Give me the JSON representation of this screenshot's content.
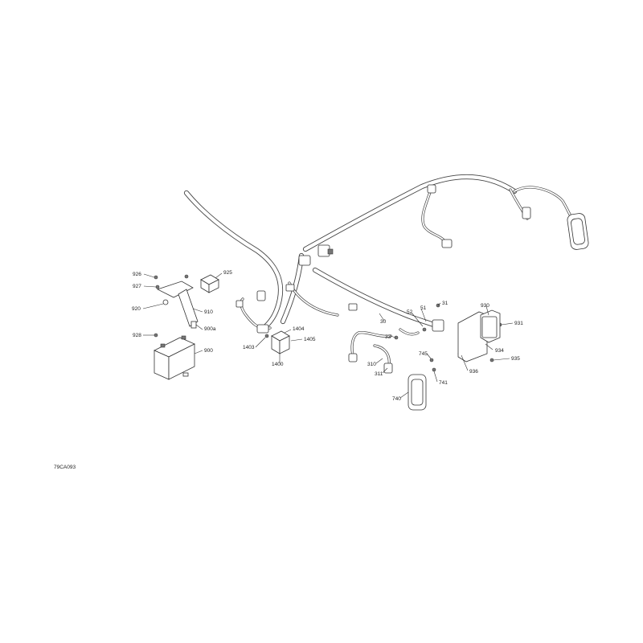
{
  "reference_code": "79CA093",
  "callouts": {
    "c926": "926",
    "c927": "927",
    "c920": "920",
    "c928": "928",
    "c925": "925",
    "c910": "910",
    "c900a": "900a",
    "c900": "900",
    "c1404": "1404",
    "c1403": "1403",
    "c1405": "1405",
    "c1400": "1400",
    "c30": "30",
    "c52": "52",
    "c51": "51",
    "c31": "31",
    "c33": "33",
    "c310": "310",
    "c311": "311",
    "c745": "745",
    "c741": "741",
    "c740": "740",
    "c930": "930",
    "c931": "931",
    "c934": "934",
    "c935": "935",
    "c936": "936"
  }
}
